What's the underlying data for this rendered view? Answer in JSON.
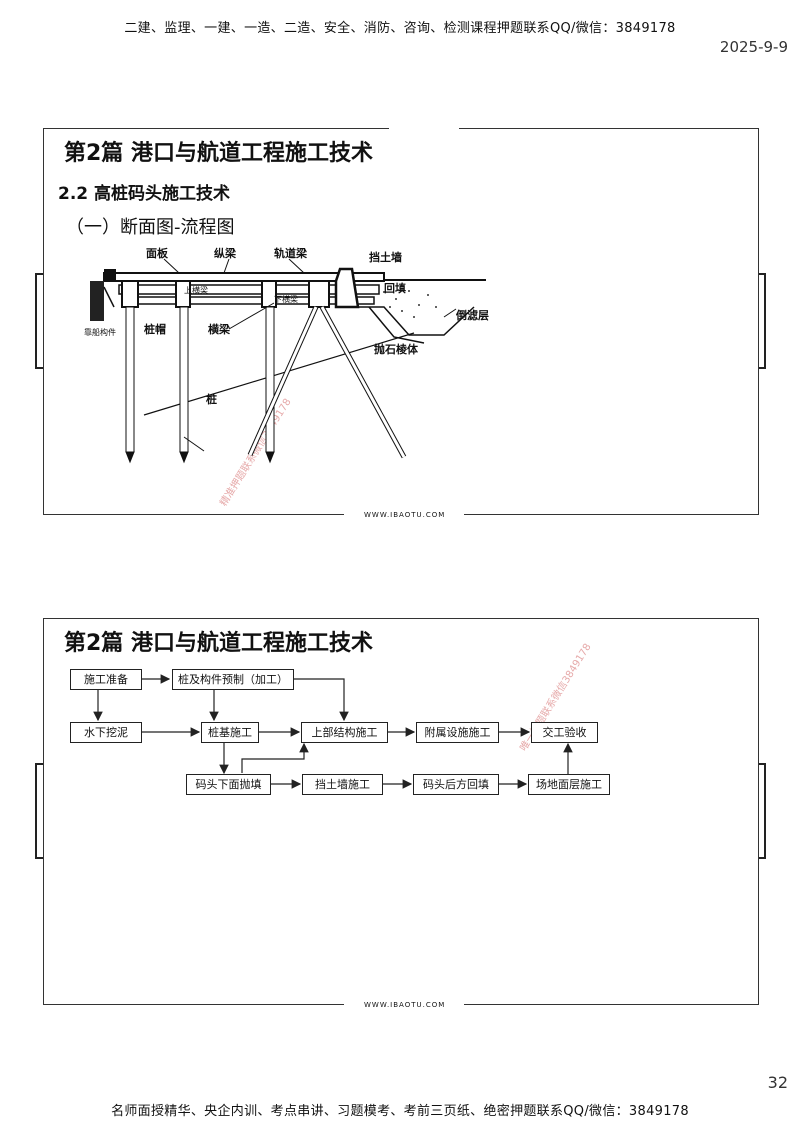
{
  "header": {
    "contact": "二建、监理、一建、一造、二造、安全、消防、咨询、检测课程押题联系QQ/微信：3849178",
    "date": "2025-9-9"
  },
  "slides": [
    {
      "title": "第2篇  港口与航道工程施工技术",
      "subtitle": "2.2  高桩码头施工技术",
      "subhead": "（一）断面图-流程图",
      "diagram_labels": {
        "panel": "面板",
        "longitudinal_beam": "纵梁",
        "track_beam": "轨道梁",
        "retaining_wall": "挡土墙",
        "upper_beam": "上横梁",
        "lower_beam": "下横梁",
        "backfill": "回填",
        "filter_layer": "倒滤层",
        "fender": "靠船构件",
        "pile_cap": "桩帽",
        "cross_beam": "横梁",
        "rubble": "抛石棱体",
        "pile": "桩"
      },
      "watermark_text": "精准押题联系微信3849178",
      "site_mark": "WWW.IBAOTU.COM"
    },
    {
      "title": "第2篇  港口与航道工程施工技术",
      "flow": {
        "prep": "施工准备",
        "prefab": "桩及构件预制（加工）",
        "dredge": "水下挖泥",
        "pile": "桩基施工",
        "super": "上部结构施工",
        "ancillary": "附属设施施工",
        "accept": "交工验收",
        "riprap": "码头下面抛填",
        "wall": "挡土墙施工",
        "backfill": "码头后方回填",
        "yard": "场地面层施工"
      },
      "watermark_text": "唯一押题联系微信3849178",
      "site_mark": "WWW.IBAOTU.COM"
    }
  ],
  "footer": {
    "page": "32",
    "contact": "名师面授精华、央企内训、考点串讲、习题模考、考前三页纸、绝密押题联系QQ/微信：3849178"
  }
}
